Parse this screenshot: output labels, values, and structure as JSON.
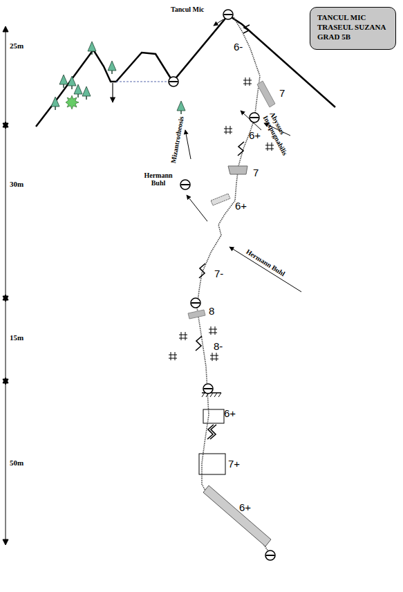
{
  "diagram": {
    "nodes": [
      {
        "text": [
          "TANCUL MIC TRASEUL SUZANA GRAD 5B"
        ]
      }
    ],
    "labels": [
      "Tancul Mic",
      "25m",
      "6-",
      "7",
      "Mizantrotheosis",
      "Abyssus Inexpugnabilis",
      "6+",
      "30m",
      "7",
      "Hermann Buhl",
      "6+",
      "Hermann Buhl",
      "7-",
      "8",
      "15m",
      "8-",
      "6+",
      "50m",
      "7+",
      "6+"
    ]
  }
}
